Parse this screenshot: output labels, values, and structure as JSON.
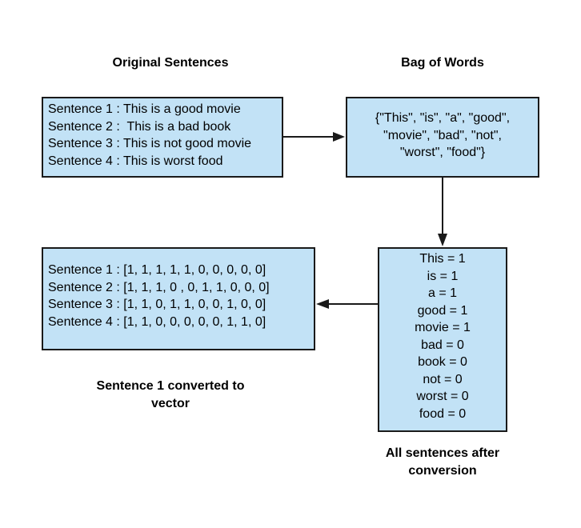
{
  "headings": {
    "original": "Original Sentences",
    "bow": "Bag of Words",
    "vector_caption": [
      "Sentence 1 converted to",
      "vector"
    ],
    "all_caption": [
      "All sentences after",
      "conversion"
    ]
  },
  "sentences": [
    "Sentence 1 : This is a good movie",
    "Sentence 2 :  This is a bad book",
    "Sentence 3 : This is not good movie",
    "Sentence 4 : This is worst food"
  ],
  "bag_of_words": [
    "{\"This\", \"is\", \"a\", \"good\",",
    "\"movie\", \"bad\", \"not\",",
    "\"worst\", \"food\"}"
  ],
  "word_counts": [
    "This = 1",
    "is = 1",
    "a = 1",
    "good = 1",
    "movie = 1",
    "bad = 0",
    "book = 0",
    "not = 0",
    "worst = 0",
    "food = 0"
  ],
  "vectors": [
    "Sentence 1 : [1, 1, 1, 1, 1, 0, 0, 0, 0, 0]",
    "Sentence 2 : [1, 1, 1, 0 , 0, 1, 1, 0, 0, 0]",
    "Sentence 3 : [1, 1, 0, 1, 1, 0, 0, 1, 0, 0]",
    "Sentence 4 : [1, 1, 0, 0, 0, 0, 0, 1, 1, 0]"
  ],
  "colors": {
    "box_fill": "#c2e2f6",
    "stroke": "#1a1a1a"
  }
}
